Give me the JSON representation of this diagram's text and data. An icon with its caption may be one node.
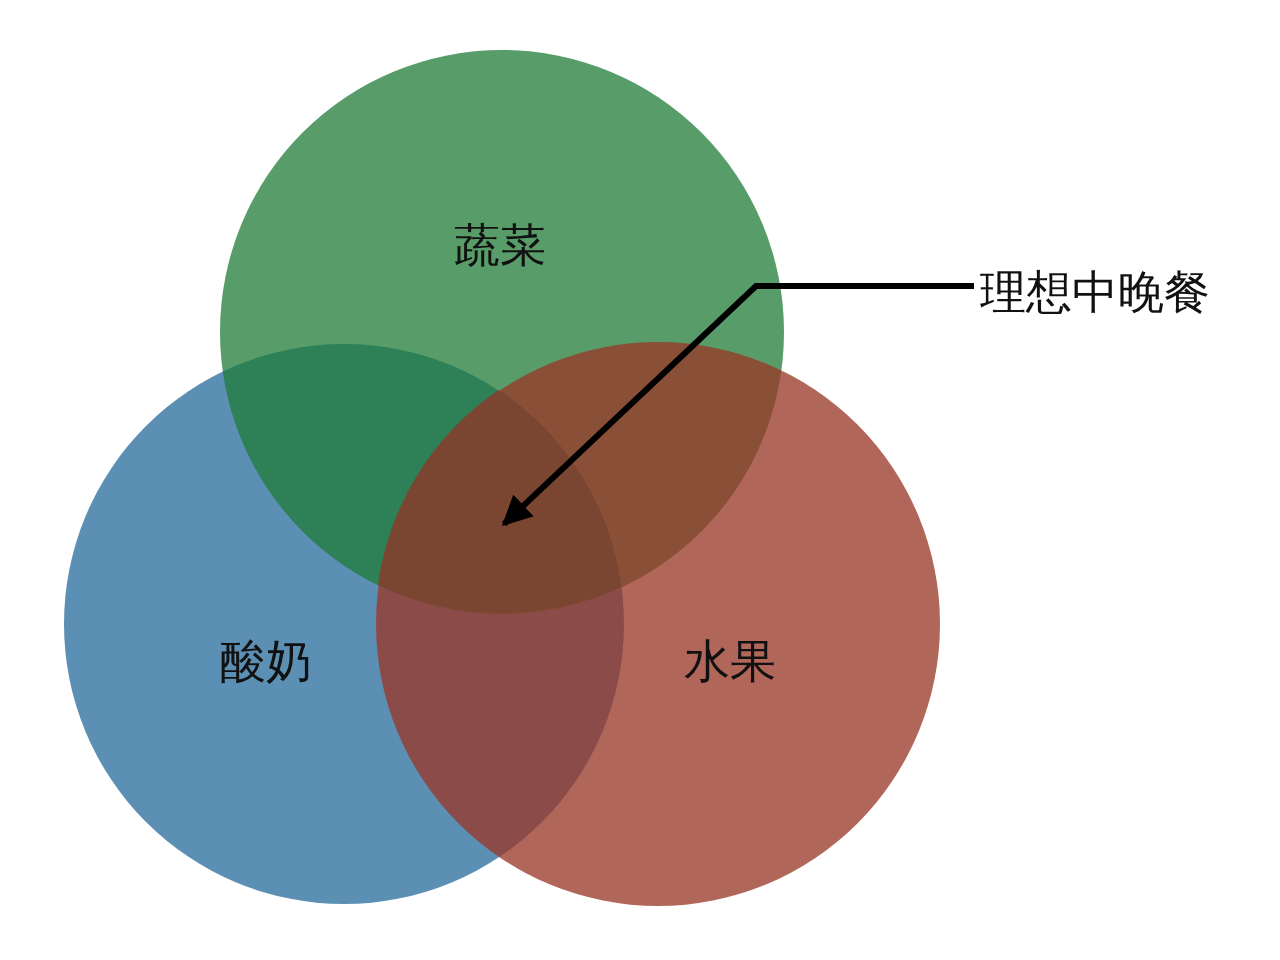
{
  "diagram": {
    "nodes": [
      {
        "text": [
          "蔬菜"
        ]
      },
      {
        "text": [
          "理想中晚餐"
        ]
      },
      {
        "text": [],
        "shape": "region"
      },
      {
        "text": [
          "酸奶"
        ]
      },
      {
        "text": [
          "水果"
        ]
      }
    ],
    "edges": [
      {
        "from": 1,
        "to": 2,
        "arrow": "to"
      }
    ]
  }
}
